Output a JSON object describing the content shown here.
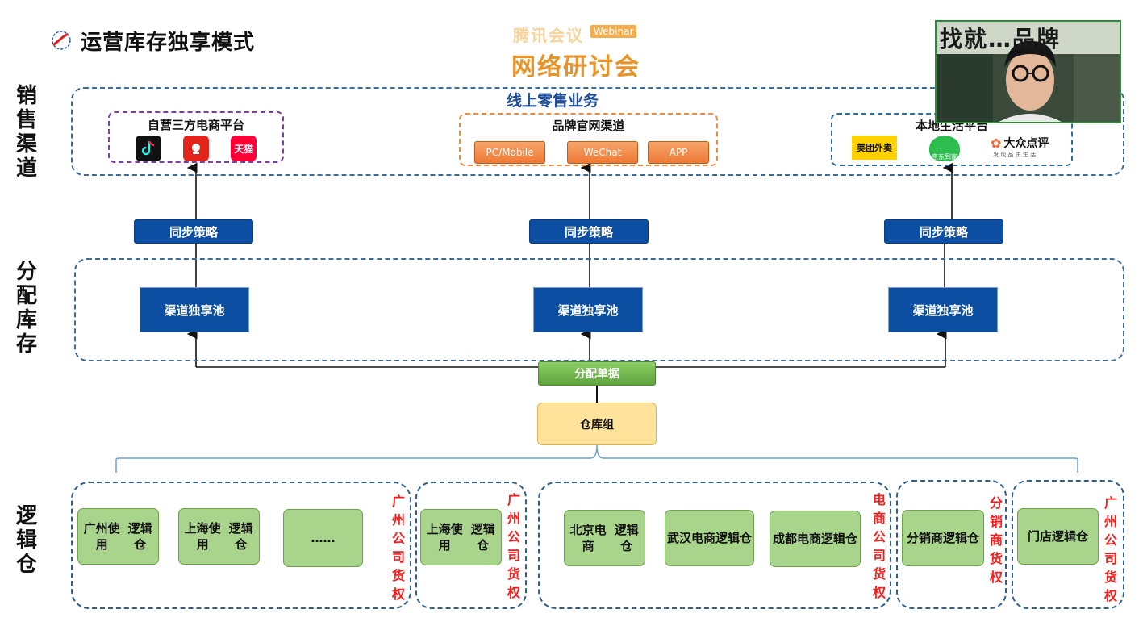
{
  "title": "运营库存独享模式",
  "watermark": {
    "top": "腾讯会议",
    "badge": "Webinar",
    "main": "网络研讨会"
  },
  "row_labels": {
    "sales": "销售渠道",
    "allocate": "分配库存",
    "logic": "逻辑仓"
  },
  "online_section_title": "线上零售业务",
  "channels": {
    "third_party": {
      "title": "自营三方电商平台",
      "apps": [
        "抖音",
        "京东",
        "天猫"
      ]
    },
    "brand": {
      "title": "品牌官网渠道",
      "buttons": [
        "PC/Mobile",
        "WeChat",
        "APP"
      ]
    },
    "local": {
      "title": "本地生活平台",
      "apps": [
        "美团外卖",
        "京东到家",
        "大众点评"
      ],
      "dianping_sub": "发 现 品 质 生 活"
    }
  },
  "sync_label": "同步策略",
  "pool_label": "渠道独享池",
  "allocate_doc": "分配单据",
  "warehouse_group": "仓库组",
  "logic_groups": [
    {
      "boxes": [
        "广州使用逻辑仓",
        "上海使用逻辑仓",
        "……"
      ],
      "right_label": "广州公司货权"
    },
    {
      "boxes": [
        "上海使用逻辑仓"
      ],
      "right_label": "广州公司货权"
    },
    {
      "boxes": [
        "北京电商逻辑仓",
        "武汉电商逻辑仓",
        "成都电商逻辑仓"
      ],
      "right_label": "电商公司货权"
    },
    {
      "boxes": [
        "分销商逻辑仓"
      ],
      "right_label": "分销商货权"
    },
    {
      "boxes": [
        "门店逻辑仓"
      ],
      "right_label": "广州公司货权"
    }
  ],
  "video_overlay_text": "找就…品牌",
  "colors": {
    "navy": "#0c4ea2",
    "green": "#6fb34a",
    "red": "#ff1a1a",
    "orange": "#ee7a36",
    "dash": "#3f6b97"
  }
}
